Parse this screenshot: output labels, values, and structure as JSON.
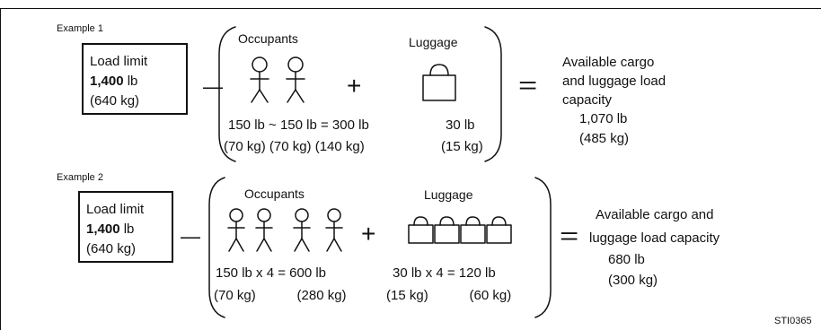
{
  "examples": [
    {
      "title": "Example 1",
      "load_limit": {
        "label": "Load limit",
        "lb_value": "1,400",
        "lb_unit": " lb",
        "kg": "(640 kg)"
      },
      "occupants_label": "Occupants",
      "luggage_label": "Luggage",
      "minus": "—",
      "plus": "+",
      "equals": "=",
      "calc_lb": "150 lb ~ 150 lb = 300 lb",
      "luggage_lb": "30 lb",
      "calc_kg": "(70 kg)   (70 kg)   (140 kg)",
      "luggage_kg": "(15 kg)",
      "result_lines": [
        "Available cargo",
        "and luggage load",
        "capacity"
      ],
      "result_lb": "1,070 lb",
      "result_kg": "(485 kg)"
    },
    {
      "title": "Example 2",
      "load_limit": {
        "label": "Load limit",
        "lb_value": "1,400",
        "lb_unit": " lb",
        "kg": "(640 kg)"
      },
      "occupants_label": "Occupants",
      "luggage_label": "Luggage",
      "minus": "—",
      "plus": "+",
      "equals": "=",
      "calc_lb_left": "150 lb x 4 = 600 lb",
      "calc_lb_right": "30 lb  x 4 = 120 lb",
      "calc_kg_left": "(70 kg)           (280 kg)",
      "calc_kg_right": "(15 kg)           (60 kg)",
      "result_lines": [
        "Available cargo and",
        "luggage load capacity"
      ],
      "result_lb": "680 lb",
      "result_kg": "(300 kg)"
    }
  ],
  "figure_code": "STI0365"
}
